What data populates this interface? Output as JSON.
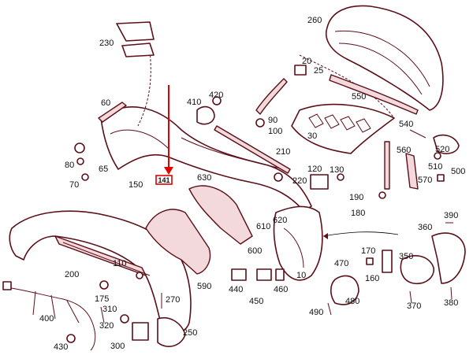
{
  "diagram": {
    "highlight_color": "#e00000",
    "line_color": "#5b0f18",
    "highlighted_label": "141",
    "labels": [
      "10",
      "20",
      "25",
      "30",
      "60",
      "65",
      "70",
      "80",
      "90",
      "100",
      "110",
      "120",
      "130",
      "150",
      "160",
      "170",
      "175",
      "180",
      "190",
      "200",
      "210",
      "220",
      "230",
      "250",
      "260",
      "270",
      "300",
      "310",
      "320",
      "350",
      "360",
      "370",
      "380",
      "390",
      "400",
      "410",
      "420",
      "430",
      "440",
      "450",
      "460",
      "470",
      "480",
      "490",
      "500",
      "510",
      "520",
      "540",
      "550",
      "560",
      "570",
      "590",
      "600",
      "610",
      "620",
      "630"
    ]
  }
}
